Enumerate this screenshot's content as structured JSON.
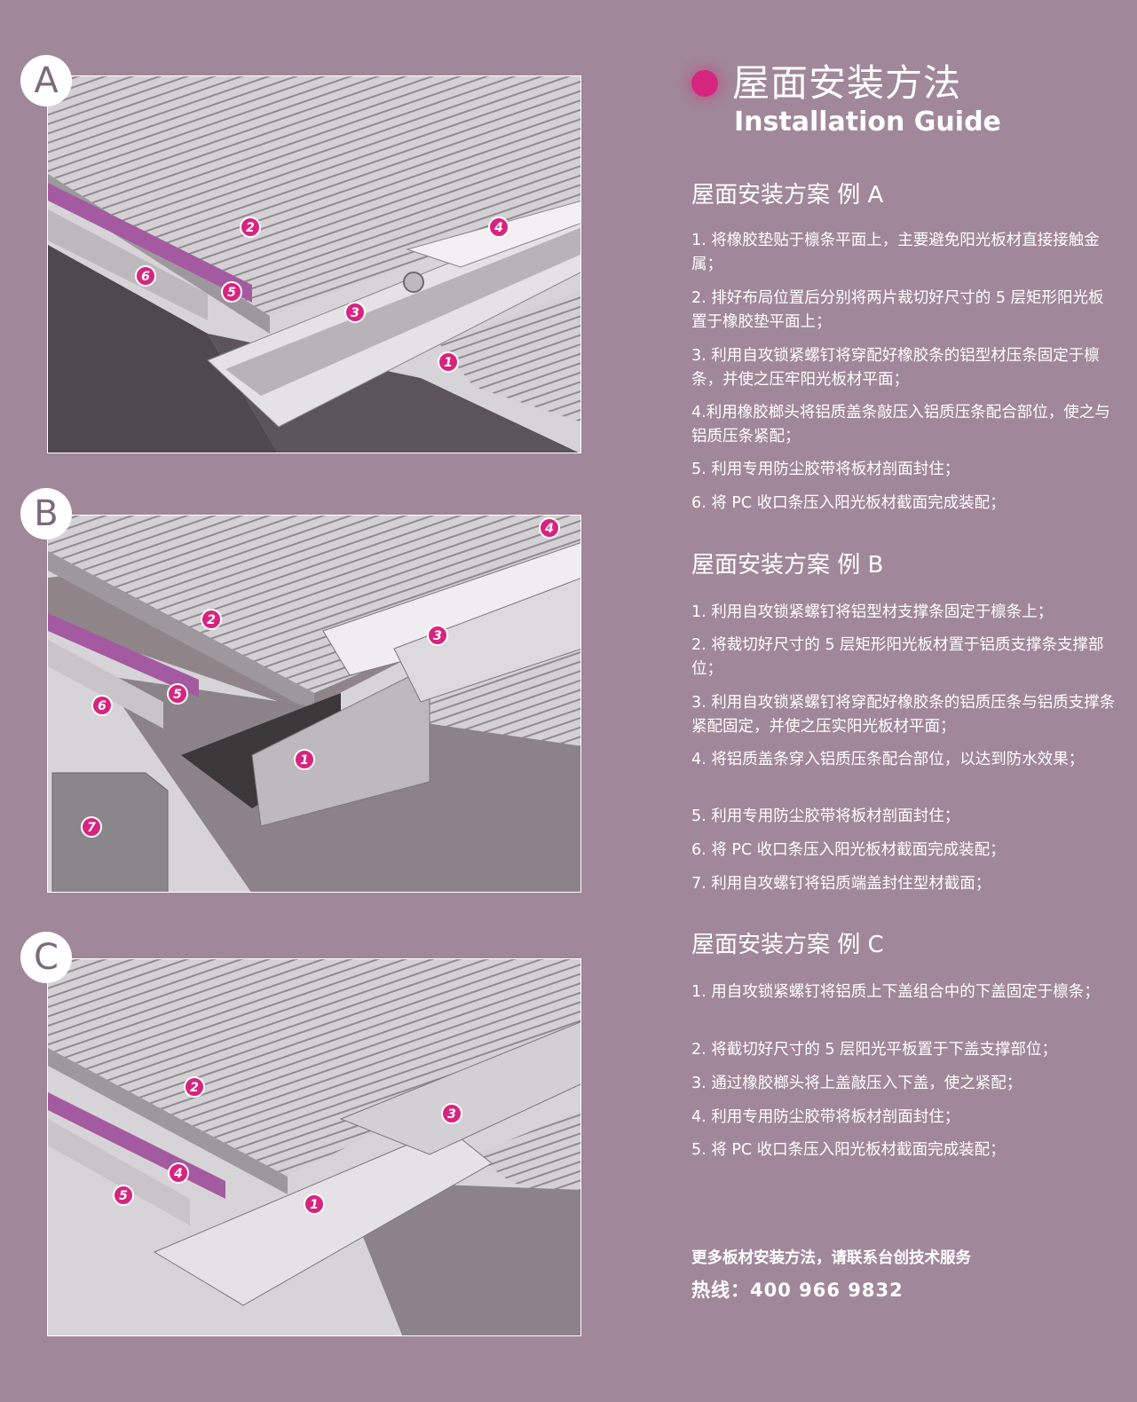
{
  "header": {
    "title_cn": "屋面安装方法",
    "title_en": "Installation Guide"
  },
  "panels": [
    {
      "letter": "A",
      "badges": [
        "1",
        "2",
        "3",
        "4",
        "5",
        "6"
      ]
    },
    {
      "letter": "B",
      "badges": [
        "1",
        "2",
        "3",
        "4",
        "5",
        "6",
        "7"
      ]
    },
    {
      "letter": "C",
      "badges": [
        "1",
        "2",
        "3",
        "4",
        "5"
      ]
    }
  ],
  "sections": [
    {
      "title": "屋面安装方案 例 A",
      "steps": [
        "1. 将橡胶垫贴于檩条平面上，主要避免阳光板材直接接触金属；",
        "2. 排好布局位置后分别将两片裁切好尺寸的 5 层矩形阳光板置于橡胶垫平面上；",
        "3. 利用自攻锁紧螺钉将穿配好橡胶条的铝型材压条固定于檩条，并使之压牢阳光板材平面；",
        "4.利用橡胶榔头将铝质盖条敲压入铝质压条配合部位，使之与铝质压条紧配；",
        "5. 利用专用防尘胶带将板材剖面封住；",
        "6. 将 PC 收口条压入阳光板材截面完成装配；"
      ]
    },
    {
      "title": "屋面安装方案 例 B",
      "steps": [
        "1. 利用自攻锁紧螺钉将铝型材支撑条固定于檩条上；",
        "2. 将裁切好尺寸的 5 层矩形阳光板材置于铝质支撑条支撑部位；",
        "3. 利用自攻锁紧螺钉将穿配好橡胶条的铝质压条与铝质支撑条紧配固定，并使之压实阳光板材平面；",
        "4. 将铝质盖条穿入铝质压条配合部位，以达到防水效果；",
        "5. 利用专用防尘胶带将板材剖面封住；",
        "6. 将 PC 收口条压入阳光板材截面完成装配；",
        "7. 利用自攻螺钉将铝质端盖封住型材截面；"
      ]
    },
    {
      "title": "屋面安装方案 例 C",
      "steps": [
        "1. 用自攻锁紧螺钉将铝质上下盖组合中的下盖固定于檩条；",
        "2. 将截切好尺寸的 5 层阳光平板置于下盖支撑部位；",
        "3. 通过橡胶榔头将上盖敲压入下盖，使之紧配；",
        "4. 利用专用防尘胶带将板材剖面封住；",
        "5. 将 PC 收口条压入阳光板材截面完成装配；"
      ]
    }
  ],
  "contact": {
    "line1": "更多板材安装方法，请联系台创技术服务",
    "line2": "热线：400 966 9832"
  },
  "colors": {
    "background": "#a08799",
    "accent": "#d6257f",
    "sheet": "#c9c6c9",
    "ground": "#5b5257",
    "metal": "#dcdadc"
  }
}
